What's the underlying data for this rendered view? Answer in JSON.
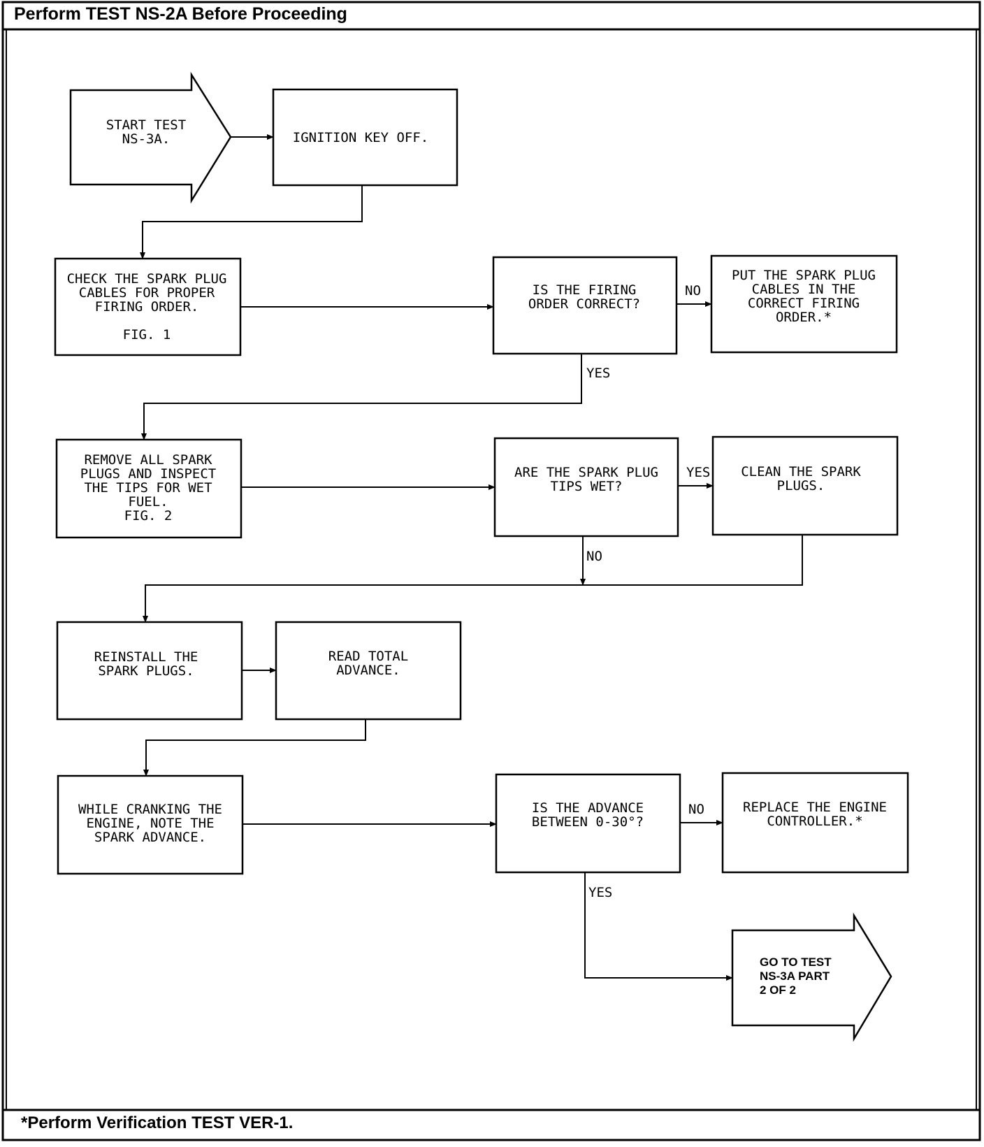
{
  "header": {
    "title": "Perform TEST NS-2A Before Proceeding"
  },
  "footer": {
    "note": "*Perform Verification TEST VER-1."
  },
  "flow": {
    "start": [
      "START TEST",
      "NS-3A."
    ],
    "n1": [
      "IGNITION KEY OFF."
    ],
    "n2": [
      "CHECK THE SPARK PLUG",
      "CABLES FOR PROPER",
      "FIRING ORDER.",
      "FIG. 1"
    ],
    "d1": [
      "IS THE FIRING",
      "ORDER CORRECT?"
    ],
    "n3": [
      "PUT THE SPARK PLUG",
      "CABLES IN THE",
      "CORRECT FIRING",
      "ORDER.*"
    ],
    "n4": [
      "REMOVE ALL SPARK",
      "PLUGS AND INSPECT",
      "THE TIPS FOR WET",
      "FUEL.",
      "FIG. 2"
    ],
    "d2": [
      "ARE THE SPARK PLUG",
      "TIPS WET?"
    ],
    "n5": [
      "CLEAN THE SPARK",
      "PLUGS."
    ],
    "n6": [
      "REINSTALL THE",
      "SPARK PLUGS."
    ],
    "n7": [
      "READ TOTAL",
      "ADVANCE."
    ],
    "n8": [
      "WHILE CRANKING THE",
      "ENGINE, NOTE THE",
      "SPARK ADVANCE."
    ],
    "d3": [
      "IS THE ADVANCE",
      "BETWEEN 0-30°?"
    ],
    "n9": [
      "REPLACE THE ENGINE",
      "CONTROLLER.*"
    ],
    "end": [
      "GO TO TEST",
      "NS-3A PART",
      "2 OF 2"
    ],
    "labels": {
      "no1": "NO",
      "yes1": "YES",
      "yes2": "YES",
      "no2": "NO",
      "no3": "NO",
      "yes3": "YES"
    }
  }
}
